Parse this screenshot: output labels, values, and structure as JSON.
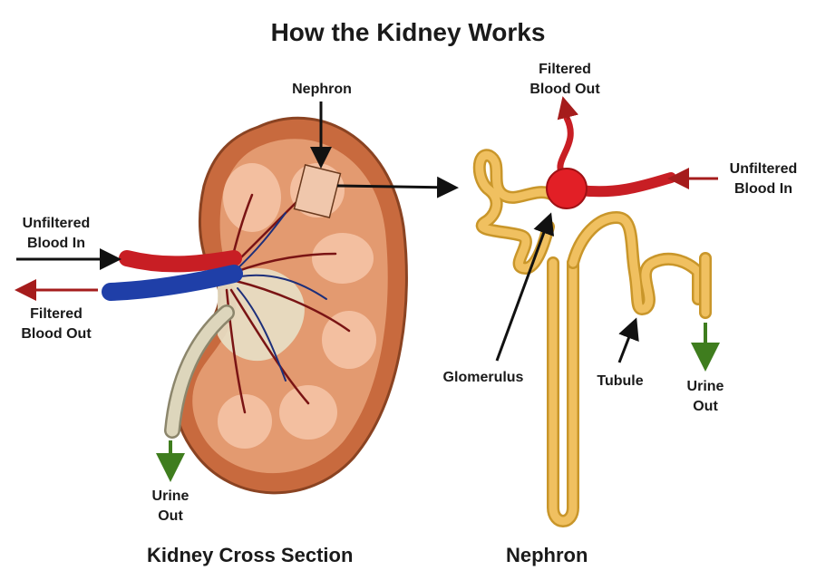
{
  "title": "How the Kidney Works",
  "kidney": {
    "caption": "Kidney Cross Section",
    "nephron_label": "Nephron",
    "unfiltered_in": [
      "Unfiltered",
      "Blood In"
    ],
    "filtered_out": [
      "Filtered",
      "Blood Out"
    ],
    "urine_out": [
      "Urine",
      "Out"
    ]
  },
  "nephron": {
    "caption": "Nephron",
    "filtered_out": [
      "Filtered",
      "Blood Out"
    ],
    "unfiltered_in": [
      "Unfiltered",
      "Blood In"
    ],
    "glomerulus_label": "Glomerulus",
    "tubule_label": "Tubule",
    "urine_out": [
      "Urine",
      "Out"
    ]
  },
  "colors": {
    "kidney_outer": "#c86a3e",
    "kidney_inner": "#e8a27a",
    "pyramid": "#f3bfa0",
    "artery": "#c81e24",
    "vein": "#1f3fa8",
    "ureter": "#d8d2b8",
    "tubule": "#f0c060",
    "arrow_dark": "#111111",
    "arrow_red": "#a51c1c",
    "arrow_green": "#3f7d1e"
  }
}
